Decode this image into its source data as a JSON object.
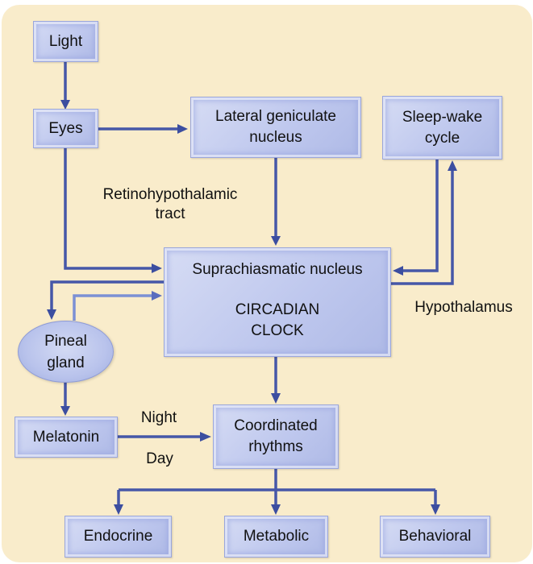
{
  "nodes": {
    "light": "Light",
    "eyes": "Eyes",
    "lgn": [
      "Lateral geniculate",
      "nucleus"
    ],
    "sleep_wake": [
      "Sleep-wake",
      "cycle"
    ],
    "scn": "Suprachiasmatic nucleus",
    "clock": [
      "CIRCADIAN",
      "CLOCK"
    ],
    "pineal": [
      "Pineal",
      "gland"
    ],
    "melatonin": "Melatonin",
    "coordinated": [
      "Coordinated",
      "rhythms"
    ],
    "endocrine": "Endocrine",
    "metabolic": "Metabolic",
    "behavioral": "Behavioral"
  },
  "labels": {
    "tract": [
      "Retinohypothalamic",
      "tract"
    ],
    "hypothalamus": "Hypothalamus",
    "night": "Night",
    "day": "Day"
  },
  "colors": {
    "background": "#f9eccb",
    "box_fill": "#bfc8ee",
    "arrow_dark": "#3c4ea0",
    "arrow_light": "#7e93d6"
  }
}
